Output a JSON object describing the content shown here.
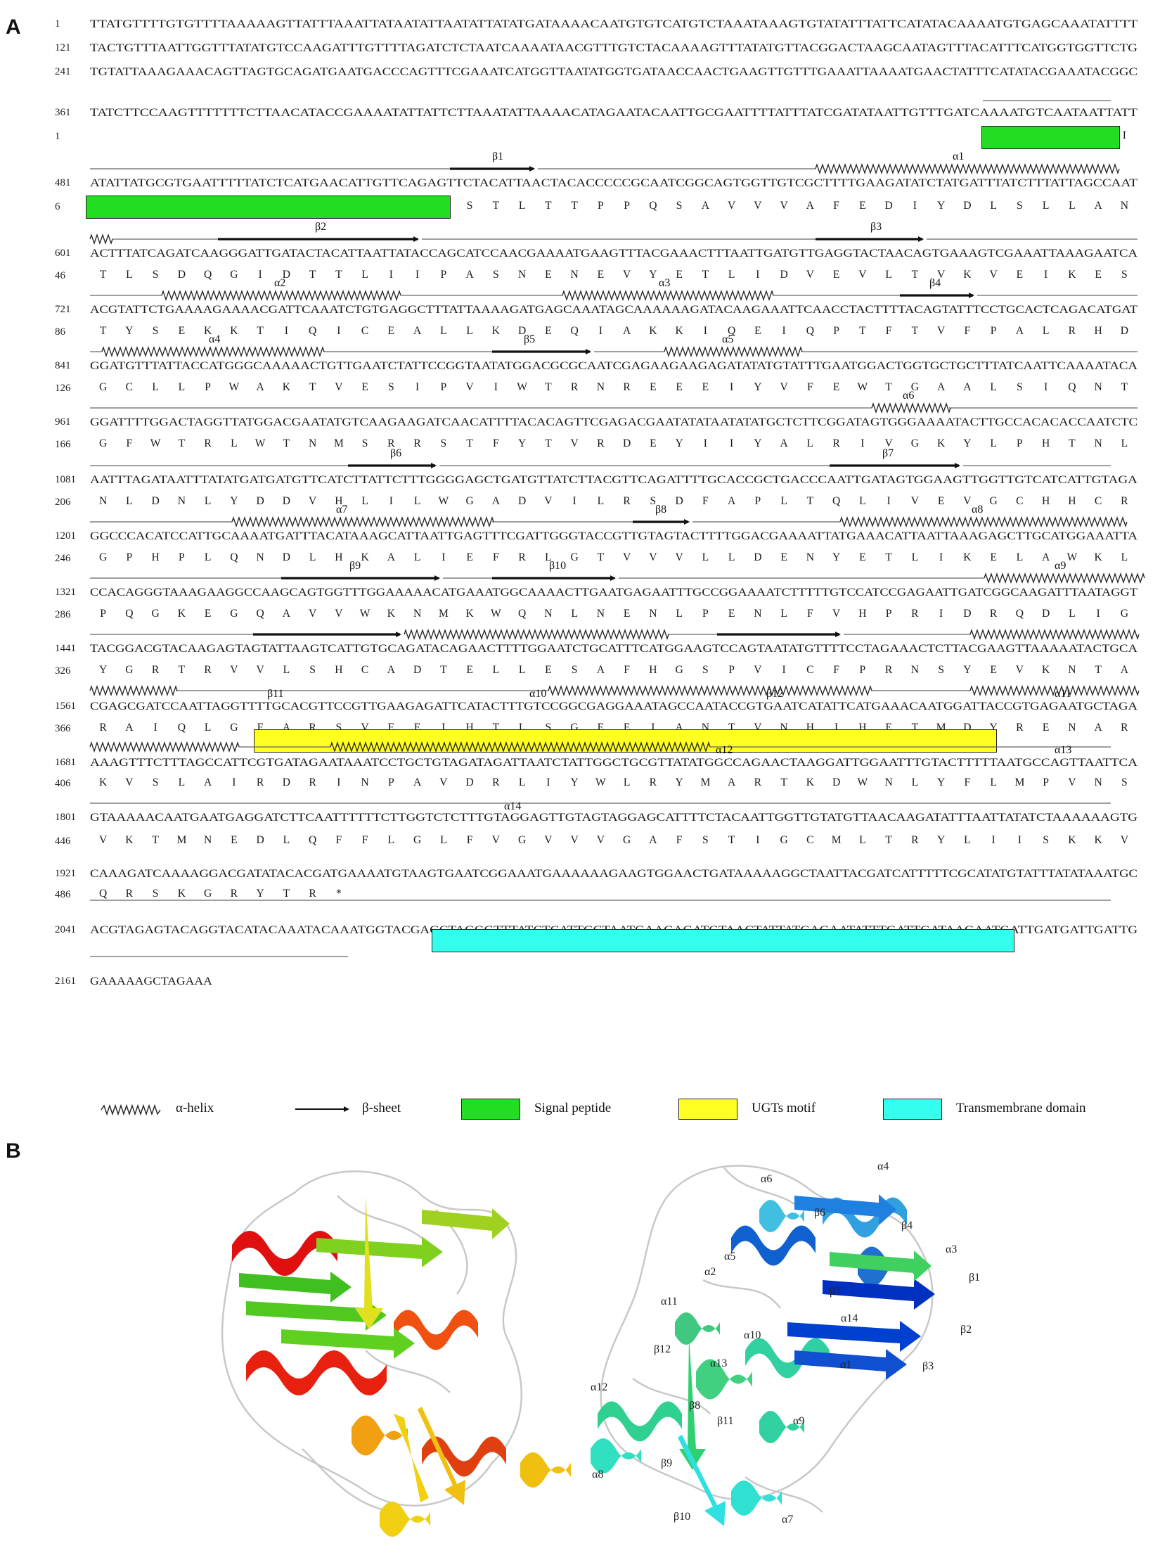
{
  "panels": {
    "a": "A",
    "b": "B"
  },
  "colors": {
    "signal_peptide": "#22dd22",
    "ugts_motif": "#ffff22",
    "transmembrane": "#33ffee"
  },
  "sequence": {
    "rows": [
      {
        "n": "1",
        "dna": "TTATGTTTTGTGTTTTAAAAAGTTATTTAAATTATAATATTAATATTATATGATAAAACAATGTGTCATGTCTAAATAAAGTGTATATTTATTCATATACAAAATGTGAGCAAATATTTT"
      },
      {
        "n": "121",
        "dna": "TACTGTTTAATTGGTTTATATGTCCAAGATTTGTTTTAGATCTCTAATCAAAATAACGTTTGTCTACAAAAGTTTATATGTTACGGACTAAGCAATAGTTTACATTTCATGGTGGTTCTG"
      },
      {
        "n": "241",
        "dna": "TGTATTAAAGAAACAGTTAGTGCAGATGAATGACCCAGTTTCGAAATCATGGTTAATATGGTGATAACCAACTGAAGTTGTTTGAAATTAAAATGAACTATTTCATATACGAAATACGGC"
      },
      {
        "n": "361",
        "dna": "TATCTTCCAAGTTTTTTTCTTAACATACCGAAAATATTATTCTTAAATATTAAAACATAGAATACAATTGCGAATTTTATTTATCGATATAATTGTTTGATCAAAATGTCAATAATTATT",
        "an": "1",
        "aa": "M S I I I"
      },
      {
        "n": "481",
        "dna": "ATATTATGCGTGAATTTTTATCTCATGAACATTGTTCAGAGTTCTACATTAACTACACCCCCGCAATCGGCAGTGGTTGTCGCTTTTGAAGATATCTATGATTTATCTTTATTAGCCAAT",
        "an": "6",
        "aa": "I L C V N F Y L M N I V Q S S T L T T P P Q S A V V V A F E D I Y D L S L L A N"
      },
      {
        "n": "601",
        "dna": "ACTTTATCAGATCAAGGGATTGATACTACATTAATTATACCAGCATCCAACGAAAATGAAGTTTACGAAACTTTAATTGATGTTGAGGTACTAACAGTGAAAGTCGAAATTAAAGAATCA",
        "an": "46",
        "aa": "T L S D Q G I D T T L I I P A S N E N E V Y E T L I D V E V L T V K V E I K E S"
      },
      {
        "n": "721",
        "dna": "ACGTATTCTGAAAAGAAAACGATTCAAATCTGTGAGGCTTTATTAAAAGATGAGCAAATAGCAAAAAAGATACAAGAAATTCAACCTACTTTTACAGTATTTCCTGCACTCAGACATGAT",
        "an": "86",
        "aa": "T Y S E K K T I Q I C E A L L K D E Q I A K K I Q E I Q P T F T V F P A L R H D"
      },
      {
        "n": "841",
        "dna": "GGATGTTTATTACCATGGGCAAAAACTGTTGAATCTATTCCGGTAATATGGACGCGCAATCGAGAAGAAGAGATATATGTATTTGAATGGACTGGTGCTGCTTTATCAATTCAAAATACA",
        "an": "126",
        "aa": "G C L L P W A K T V E S I P V I W T R N R E E E I Y V F E W T G A A L S I Q N T"
      },
      {
        "n": "961",
        "dna": "GGATTTTGGACTAGGTTATGGACGAATATGTCAAGAAGATCAACATTTTACACAGTTCGAGACGAATATATAATATATGCTCTTCGGATAGTGGGAAAATACTTGCCACACACCAATCTC",
        "an": "166",
        "aa": "G F W T R L W T N M S R R S T F Y T V R D E Y I I Y A L R I V G K Y L P H T N L"
      },
      {
        "n": "1081",
        "dna": "AATTTAGATAATTTATATGATGATGTTCATCTTATTCTTTGGGGAGCTGATGTTATCTTACGTTCAGATTTTGCACCGCTGACCCAATTGATAGTGGAAGTTGGTTGTCATCATTGTAGA",
        "an": "206",
        "aa": "N L D N L Y D D V H L I L W G A D V I L R S D F A P L T Q L I V E V G C H H C R"
      },
      {
        "n": "1201",
        "dna": "GGCCCACATCCATTGCAAAATGATTTACATAAAGCATTAATTGAGTTTCGATTGGGTACCGTTGTAGTACTTTTGGACGAAAATTATGAAACATTAATTAAAGAGCTTGCATGGAAATTA",
        "an": "246",
        "aa": "G P H P L Q N D L H K A L I E F R L G T V V V L L D E N Y E T L I K E L A W K L"
      },
      {
        "n": "1321",
        "dna": "CCACAGGGTAAAGAAGGCCAAGCAGTGGTTTGGAAAAACATGAAATGGCAAAACTTGAATGAGAATTTGCCGGAAAATCTTTTTGTCCATCCGAGAATTGATCGGCAAGATTTAATAGGT",
        "an": "286",
        "aa": "P Q G K E G Q A V V W K N M K W Q N L N E N L P E N L F V H P R I D R Q D L I G"
      },
      {
        "n": "1441",
        "dna": "TACGGACGTACAAGAGTAGTATTAAGTCATTGTGCAGATACAGAACTTTTGGAATCTGCATTTCATGGAAGTCCAGTAATATGTTTTCCTAGAAACTCTTACGAAGTTAAAAATACTGCA",
        "an": "326",
        "aa": "Y G R T R V V L S H C A D T E L L E S A F H G S P V I C F P R N S Y E V K N T A"
      },
      {
        "n": "1561",
        "dna": "CGAGCGATCCAATTAGGTTTTGCACGTTCCGTTGAAGAGATTCATACTTTGTCCGGCGAGGAAATAGCCAATACCGTGAATCATATTCATGAAACAATGGATTACCGTGAGAATGCTAGA",
        "an": "366",
        "aa": "R A I Q L G F A R S V E E I H T L S G E E I A N T V N H I H E T M D Y R E N A R"
      },
      {
        "n": "1681",
        "dna": "AAAGTTTCTTTAGCCATTCGTGATAGAATAAATCCTGCTGTAGATAGATTAATCTATTGGCTGCGTTATATGGCCAGAACTAAGGATTGGAATTTGTACTTTTTAATGCCAGTTAATTCA",
        "an": "406",
        "aa": "K V S L A I R D R I N P A V D R L I Y W L R Y M A R T K D W N L Y F L M P V N S"
      },
      {
        "n": "1801",
        "dna": "GTAAAAACAATGAATGAGGATCTTCAATTTTTTCTTGGTCTCTTTGTAGGAGTTGTAGTAGGAGCATTTTCTACAATTGGTTGTATGTTAACAAGATATTTAATTATATCTAAAAAAGTG",
        "an": "446",
        "aa": "V K T M N E D L Q F F L G L F V G V V V G A F S T I G C M L T R Y L I I S K K V"
      },
      {
        "n": "1921",
        "dna": "CAAAGATCAAAAGGACGATATACACGATGAAAATGTAAGTGAATCGGAAATGAAAAAAGAAGTGGAACTGATAAAAAGGCTAATTACGATCATTTTTCGCATATGTATTTATATAAATGC",
        "an": "486",
        "aa": "Q R S K G R Y T R *"
      },
      {
        "n": "2041",
        "dna": "ACGTAGAGTACAGGTACATACAAATACAAATGGTACGAGCTAGGGTTTATCTCATTGCTAATGAAGAGATGTAACTATTATGAGAATATTTGATTGATAAGAATGATTGATGATTGATTG"
      },
      {
        "n": "2161",
        "dna": "GAAAAAGCTAGAAA"
      }
    ]
  },
  "ss_labels": {
    "b1": "β1",
    "a1": "α1",
    "b2": "β2",
    "b3": "β3",
    "a2": "α2",
    "a3": "α3",
    "b4": "β4",
    "a4": "α4",
    "b5": "β5",
    "a5": "α5",
    "a6": "α6",
    "b6": "β6",
    "b7": "β7",
    "a7": "α7",
    "b8": "β8",
    "a8": "α8",
    "b9": "β9",
    "b10": "β10",
    "a9": "α9",
    "b11": "β11",
    "a10": "α10",
    "b12": "β12",
    "a11": "α11",
    "a12": "α12",
    "a13": "α13",
    "a14": "α14"
  },
  "legend": {
    "helix": "α-helix",
    "sheet": "β-sheet",
    "signal": "Signal peptide",
    "ugts": "UGTs motif",
    "tm": "Transmembrane domain"
  },
  "structure_labels": {
    "a6": "α6",
    "a4": "α4",
    "b6": "β6",
    "b4": "β4",
    "a3": "α3",
    "a5": "α5",
    "a2": "α2",
    "b1": "β1",
    "b7": "β7",
    "a11": "α11",
    "a14": "α14",
    "b2": "β2",
    "a10": "α10",
    "b12": "β12",
    "a13": "α13",
    "a1": "α1",
    "b3": "β3",
    "a12": "α12",
    "b8": "β8",
    "b11": "β11",
    "a9": "α9",
    "a8": "α8",
    "b9": "β9",
    "b10": "β10",
    "a7": "α7"
  }
}
